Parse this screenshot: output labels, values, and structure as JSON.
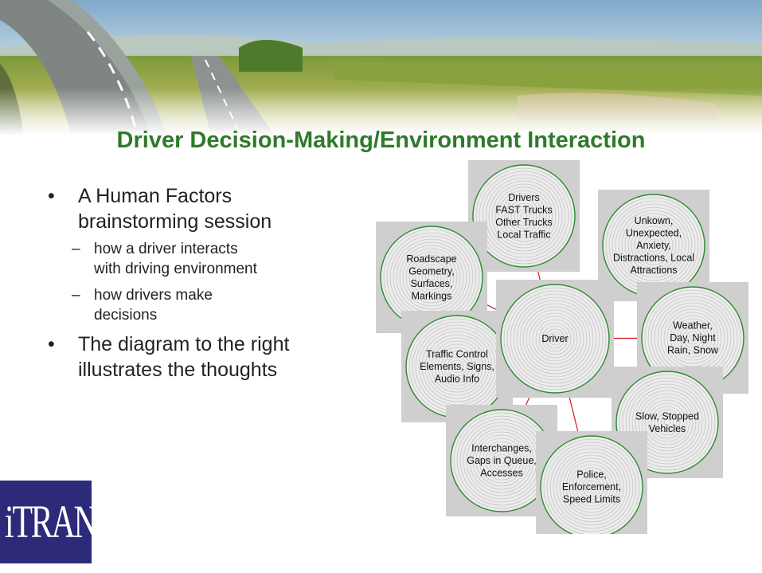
{
  "title": "Driver Decision-Making/Environment Interaction",
  "bullets": [
    {
      "text_line1": "A Human Factors",
      "text_line2": "brainstorming session",
      "sub": [
        {
          "line1": "how a driver interacts",
          "line2": "with driving environment"
        },
        {
          "line1": "how drivers make",
          "line2": "decisions"
        }
      ]
    },
    {
      "text_line1": "The diagram to the right",
      "text_line2": "illustrates the thoughts"
    }
  ],
  "bullet_glyph": "•",
  "dash_glyph": "–",
  "diagram": {
    "center": {
      "label": "Driver"
    },
    "nodes": [
      {
        "lines": [
          "Drivers",
          "FAST Trucks",
          "Other Trucks",
          "Local Traffic"
        ]
      },
      {
        "lines": [
          "Unkown,",
          "Unexpected,",
          "Anxiety,",
          "Distractions, Local",
          "Attractions"
        ]
      },
      {
        "lines": [
          "Roadscape",
          "Geometry,",
          "Surfaces,",
          "Markings"
        ]
      },
      {
        "lines": [
          "Weather,",
          "Day, Night",
          "Rain, Snow"
        ]
      },
      {
        "lines": [
          "Traffic Control",
          "Elements, Signs,",
          "Audio Info"
        ]
      },
      {
        "lines": [
          "Slow, Stopped",
          "Vehicles"
        ]
      },
      {
        "lines": [
          "Interchanges,",
          "Gaps in Queue,",
          "Accesses"
        ]
      },
      {
        "lines": [
          "Police,",
          "Enforcement,",
          "Speed Limits"
        ]
      }
    ],
    "colors": {
      "ring": "#2f8a2f",
      "link": "#d11a1a",
      "box": "#cfcfcf"
    }
  },
  "logo": {
    "text": "iTRANS"
  }
}
